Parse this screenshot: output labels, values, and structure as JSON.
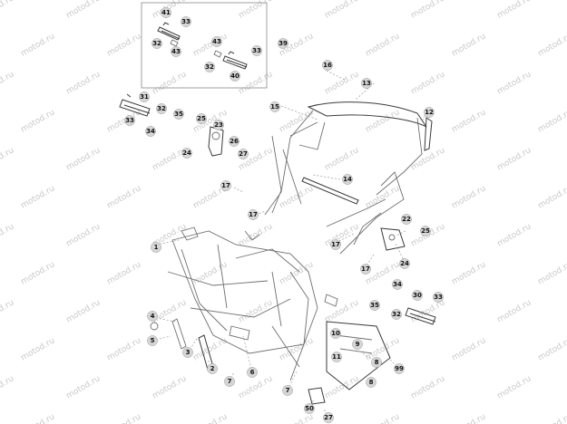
{
  "watermark": "motod.ru",
  "callouts": [
    {
      "id": "c1",
      "label": "41"
    },
    {
      "id": "c2",
      "label": "33"
    },
    {
      "id": "c3",
      "label": "32"
    },
    {
      "id": "c4",
      "label": "43"
    },
    {
      "id": "c5",
      "label": "43"
    },
    {
      "id": "c6",
      "label": "33"
    },
    {
      "id": "c7",
      "label": "39"
    },
    {
      "id": "c8",
      "label": "32"
    },
    {
      "id": "c9",
      "label": "40"
    },
    {
      "id": "c10",
      "label": "16"
    },
    {
      "id": "c11",
      "label": "13"
    },
    {
      "id": "c12",
      "label": "31"
    },
    {
      "id": "c13",
      "label": "32"
    },
    {
      "id": "c14",
      "label": "35"
    },
    {
      "id": "c15",
      "label": "33"
    },
    {
      "id": "c16",
      "label": "34"
    },
    {
      "id": "c17",
      "label": "25"
    },
    {
      "id": "c18",
      "label": "23"
    },
    {
      "id": "c19",
      "label": "26"
    },
    {
      "id": "c20",
      "label": "24"
    },
    {
      "id": "c21",
      "label": "27"
    },
    {
      "id": "c22",
      "label": "15"
    },
    {
      "id": "c23",
      "label": "12"
    },
    {
      "id": "c24",
      "label": "17"
    },
    {
      "id": "c25",
      "label": "14"
    },
    {
      "id": "c26",
      "label": "17"
    },
    {
      "id": "c27",
      "label": "22"
    },
    {
      "id": "c28",
      "label": "25"
    },
    {
      "id": "c29",
      "label": "17"
    },
    {
      "id": "c30",
      "label": "24"
    },
    {
      "id": "c31",
      "label": "1"
    },
    {
      "id": "c32",
      "label": "17"
    },
    {
      "id": "c33",
      "label": "34"
    },
    {
      "id": "c34",
      "label": "30"
    },
    {
      "id": "c35",
      "label": "33"
    },
    {
      "id": "c36",
      "label": "35"
    },
    {
      "id": "c37",
      "label": "32"
    },
    {
      "id": "c38",
      "label": "4"
    },
    {
      "id": "c39",
      "label": "5"
    },
    {
      "id": "c40",
      "label": "3"
    },
    {
      "id": "c41",
      "label": "2"
    },
    {
      "id": "c42",
      "label": "6"
    },
    {
      "id": "c43",
      "label": "7"
    },
    {
      "id": "c44",
      "label": "10"
    },
    {
      "id": "c45",
      "label": "9"
    },
    {
      "id": "c46",
      "label": "11"
    },
    {
      "id": "c47",
      "label": "8"
    },
    {
      "id": "c48",
      "label": "8"
    },
    {
      "id": "c49",
      "label": "99"
    },
    {
      "id": "c50",
      "label": "7"
    },
    {
      "id": "c51",
      "label": "50"
    },
    {
      "id": "c52",
      "label": "27"
    }
  ]
}
